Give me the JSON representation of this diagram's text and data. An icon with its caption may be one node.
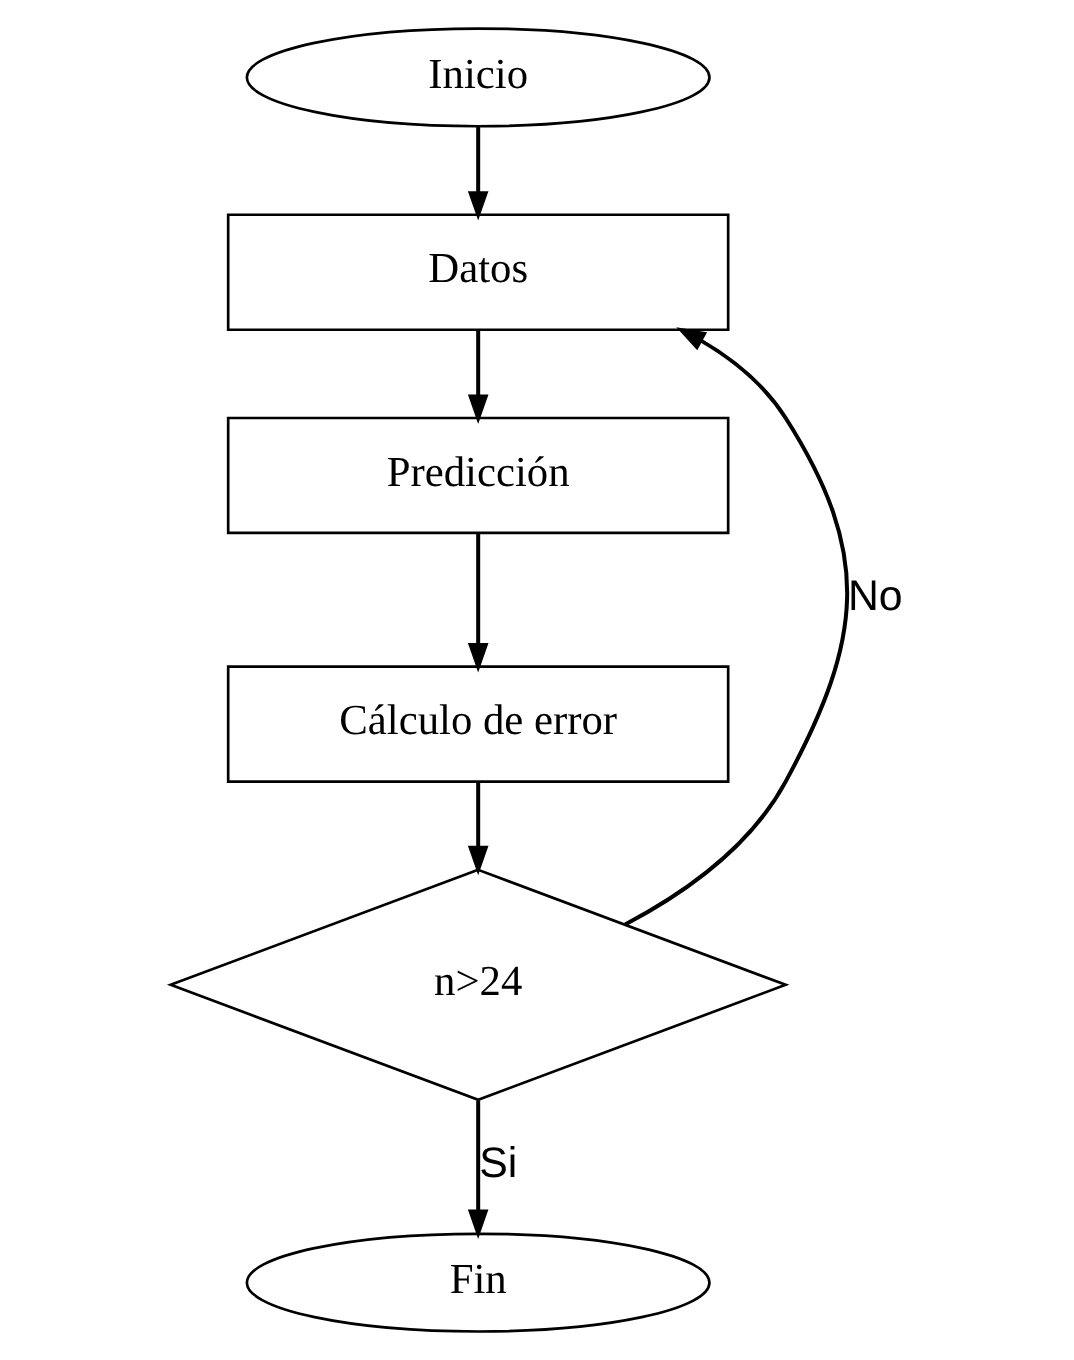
{
  "diagram": {
    "nodes": [
      {
        "text": [
          "Inicio"
        ]
      },
      {
        "text": [
          "Datos"
        ]
      },
      {
        "text": [
          "Predicción"
        ]
      },
      {
        "text": [
          "Cálculo de error"
        ]
      },
      {
        "text": [
          "n>24"
        ]
      },
      {
        "text": [
          "Fin"
        ]
      }
    ],
    "edges": [
      {
        "from": 0,
        "to": 1,
        "arrow": "to"
      },
      {
        "from": 1,
        "to": 2,
        "arrow": "to"
      },
      {
        "from": 2,
        "to": 3,
        "arrow": "to"
      },
      {
        "from": 3,
        "to": 4,
        "arrow": "to"
      },
      {
        "from": 4,
        "to": 1,
        "arrow": "to",
        "label": "No"
      },
      {
        "from": 4,
        "to": 5,
        "arrow": "to",
        "label": "Si"
      }
    ]
  }
}
